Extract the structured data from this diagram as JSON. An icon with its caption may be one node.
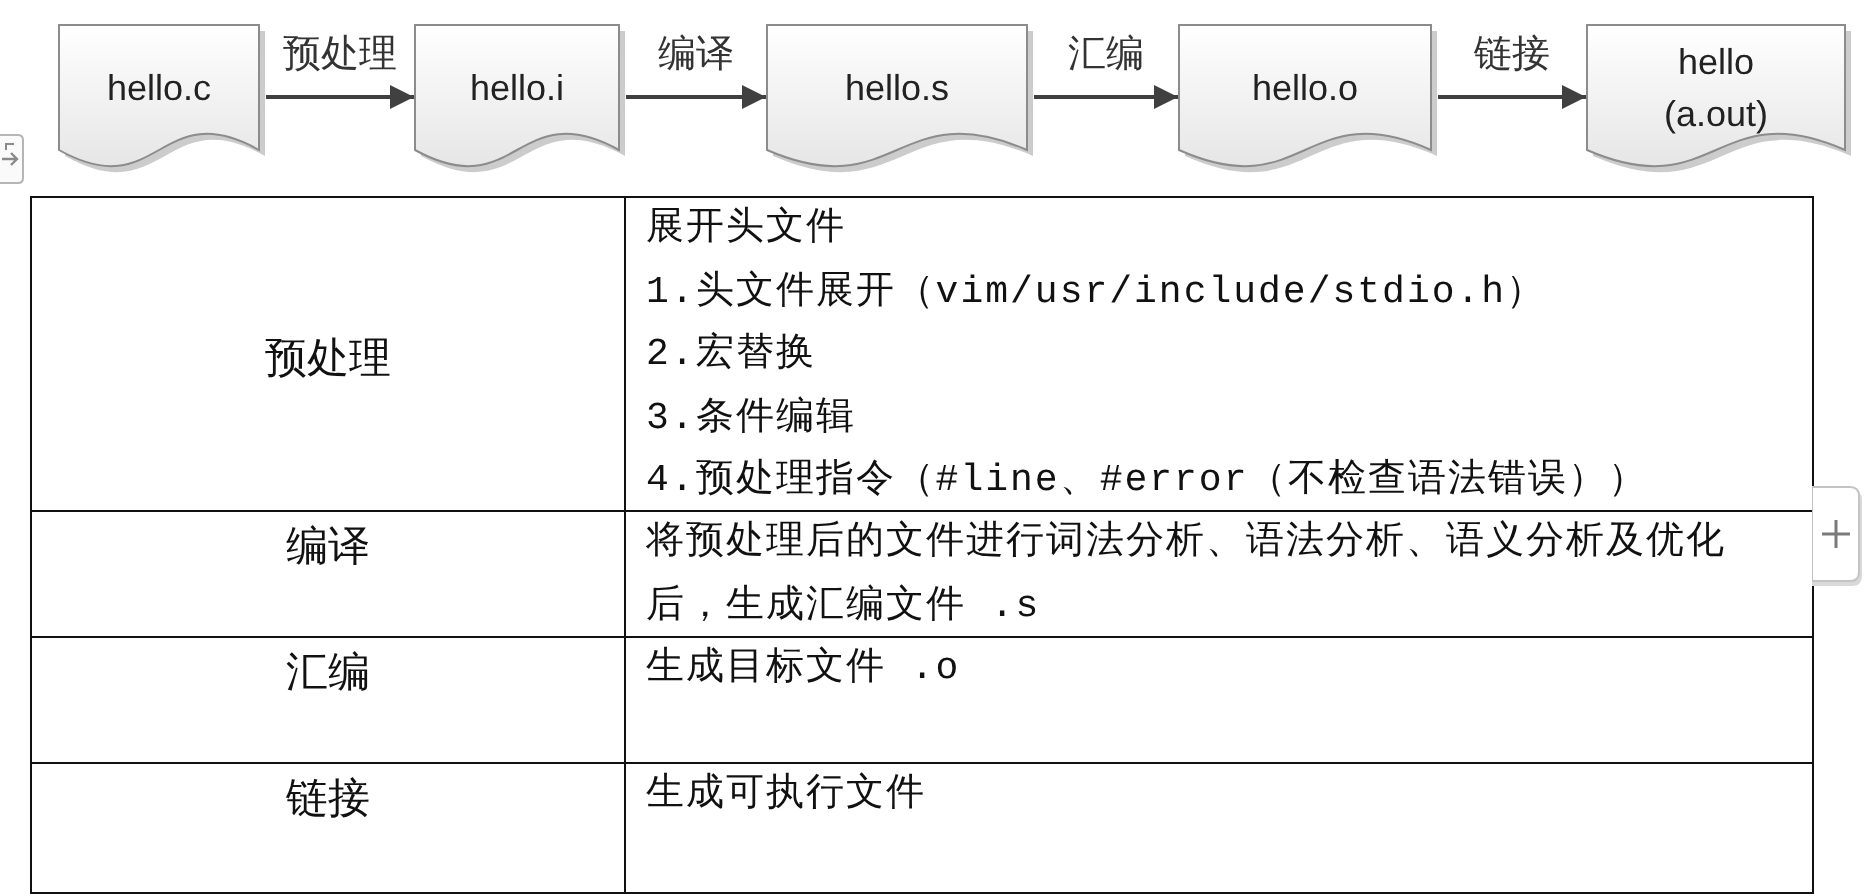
{
  "diagram": {
    "nodes": [
      {
        "text": [
          "hello.c"
        ]
      },
      {
        "text": [
          "hello.i"
        ]
      },
      {
        "text": [
          "hello.s"
        ]
      },
      {
        "text": [
          "hello.o"
        ]
      },
      {
        "text": [
          "hello (a.out)"
        ]
      }
    ],
    "edges": [
      {
        "from": 0,
        "to": 1,
        "arrow": "to",
        "label": "预处理"
      },
      {
        "from": 1,
        "to": 2,
        "arrow": "to",
        "label": "编译"
      },
      {
        "from": 2,
        "to": 3,
        "arrow": "to",
        "label": "汇编"
      },
      {
        "from": 3,
        "to": 4,
        "arrow": "to",
        "label": "链接"
      }
    ],
    "labels": [
      "预处理",
      "展开头文件",
      "1.头文件展开（vim/usr/include/stdio.h）",
      "2.宏替换",
      "3.条件编辑",
      "4.预处理指令（#line、#error（不检查语法错误））",
      "编译",
      "将预处理后的文件进行词法分析、语法分析、语义分析及优化后，生成汇编文件 .s",
      "汇编",
      "生成目标文件 .o",
      "链接",
      "生成可执行文件"
    ]
  }
}
